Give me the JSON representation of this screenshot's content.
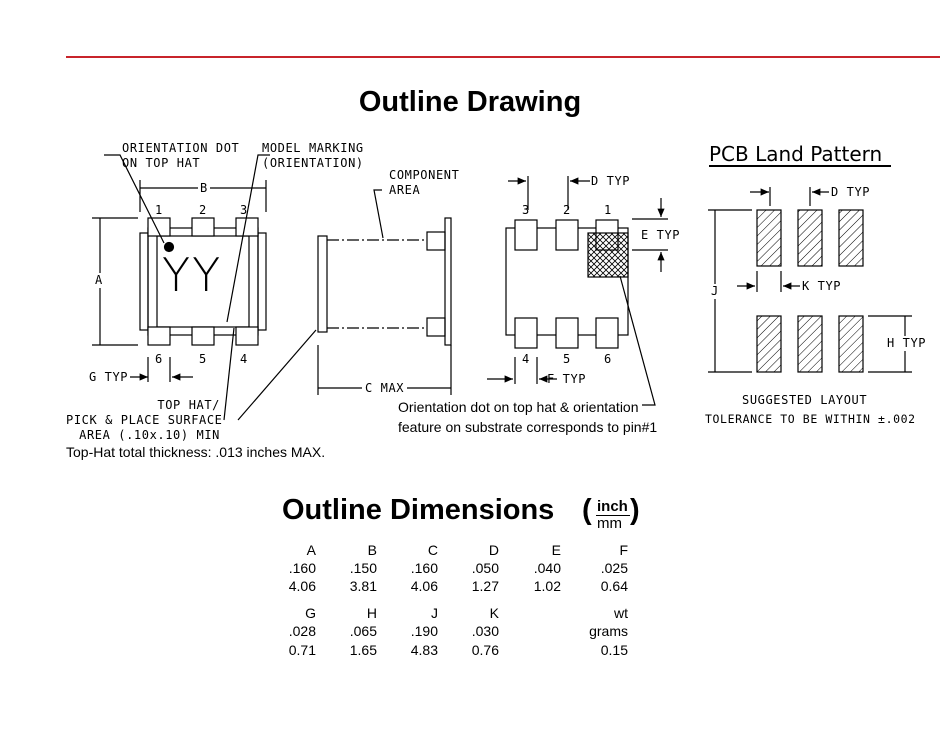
{
  "colors": {
    "rule": "#c8242b",
    "ink": "#000000"
  },
  "drawing_title": "Outline Drawing",
  "pcb_title": "PCB Land Pattern",
  "top_view": {
    "orientation_dot_label": "ORIENTATION DOT\nON TOP HAT",
    "model_marking_label": "MODEL MARKING\n(ORIENTATION)",
    "marking": "YY",
    "dim_b": "B",
    "dim_a": "A",
    "dim_g": "G TYP",
    "pins_top": [
      "1",
      "2",
      "3"
    ],
    "pins_bottom": [
      "6",
      "5",
      "4"
    ],
    "top_hat_label": "TOP HAT/\nPICK & PLACE SURFACE\nAREA (.10x.10) MIN",
    "thickness_note": "Top-Hat total thickness: .013 inches MAX."
  },
  "side_view": {
    "component_area_label": "COMPONENT\nAREA",
    "dim_c": "C MAX"
  },
  "bottom_view": {
    "pins_top": [
      "3",
      "2",
      "1"
    ],
    "pins_bottom": [
      "4",
      "5",
      "6"
    ],
    "dim_d": "D TYP",
    "dim_e": "E TYP",
    "dim_f": "F TYP",
    "orientation_note": "Orientation dot on top hat & orientation\nfeature on substrate corresponds to pin#1"
  },
  "pcb": {
    "dim_d": "D TYP",
    "dim_k": "K TYP",
    "dim_j": "J",
    "dim_h": "H TYP",
    "suggested": "SUGGESTED LAYOUT",
    "tolerance": "TOLERANCE TO BE WITHIN ±.002"
  },
  "dimensions_title": "Outline Dimensions",
  "unit_inch": "inch",
  "unit_mm": "mm",
  "dimensions": {
    "row1": {
      "headers": [
        "A",
        "B",
        "C",
        "D",
        "E",
        "F"
      ],
      "inch": [
        ".160",
        ".150",
        ".160",
        ".050",
        ".040",
        ".025"
      ],
      "mm": [
        "4.06",
        "3.81",
        "4.06",
        "1.27",
        "1.02",
        "0.64"
      ]
    },
    "row2": {
      "headers": [
        "G",
        "H",
        "J",
        "K",
        "",
        "wt"
      ],
      "inch": [
        ".028",
        ".065",
        ".190",
        ".030",
        "",
        "grams"
      ],
      "mm": [
        "0.71",
        "1.65",
        "4.83",
        "0.76",
        "",
        "0.15"
      ]
    }
  }
}
